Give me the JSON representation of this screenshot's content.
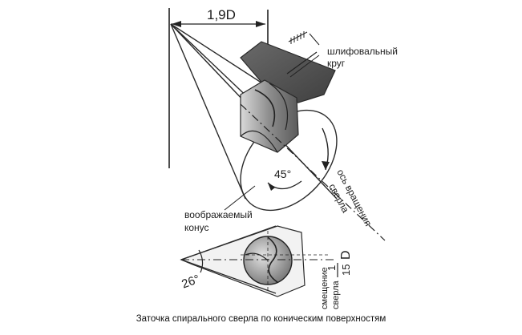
{
  "diagram": {
    "dimension_label": "1,9D",
    "wheel_label_line1": "шлифовальный",
    "wheel_label_line2": "круг",
    "angle_45": "45°",
    "axis_label_line1": "ось вращения",
    "axis_label_line2": "сверла",
    "cone_label_line1": "воображаемый",
    "cone_label_line2": "конус",
    "angle_26": "26°",
    "offset_label_line1": "смещение",
    "offset_label_line2": "сверла",
    "offset_fraction_num": "1",
    "offset_fraction_den": "15",
    "offset_fraction_unit": "D"
  },
  "caption": "Заточка спирального сверла по коническим поверхностям"
}
